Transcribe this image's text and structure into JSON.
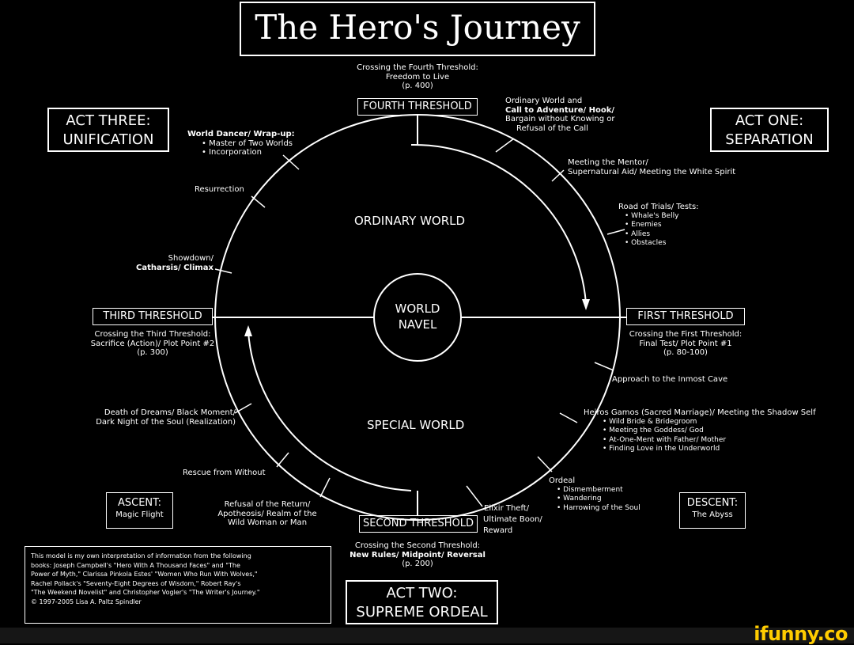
{
  "title": "The Hero's Journey",
  "center": {
    "line1": "WORLD",
    "line2": "NAVEL"
  },
  "ordinary_world": "ORDINARY WORLD",
  "special_world": "SPECIAL WORLD",
  "fourth_threshold": {
    "label": "FOURTH THRESHOLD",
    "desc": [
      "Crossing the Fourth Threshold:",
      "Freedom to Live",
      "(p. 400)"
    ]
  },
  "first_threshold": {
    "label": "FIRST THRESHOLD",
    "desc": [
      "Crossing the First Threshold:",
      "Final Test/ Plot Point #1",
      "(p. 80-100)"
    ]
  },
  "second_threshold": {
    "label": "SECOND THRESHOLD",
    "desc": [
      "Crossing the Second Threshold:",
      "New Rules/ Midpoint/ Reversal",
      "(p. 200)"
    ]
  },
  "third_threshold": {
    "label": "THIRD THRESHOLD",
    "desc": [
      "Crossing the Third Threshold:",
      "Sacrifice (Action)/ Plot Point #2",
      "(p. 300)"
    ]
  },
  "acts": {
    "one": {
      "line1": "ACT ONE:",
      "line2": "SEPARATION"
    },
    "two": {
      "line1": "ACT TWO:",
      "line2": "SUPREME ORDEAL"
    },
    "three": {
      "line1": "ACT THREE:",
      "line2": "UNIFICATION"
    }
  },
  "ascent": {
    "title": "ASCENT:",
    "sub": "Magic Flight"
  },
  "descent": {
    "title": "DESCENT:",
    "sub": "The Abyss"
  },
  "stages": {
    "ordinary": [
      "Ordinary World and",
      "Call to Adventure/ Hook/",
      "Bargain without Knowing or",
      "Refusal of the Call"
    ],
    "mentor": [
      "Meeting the Mentor/",
      "Supernatural Aid/ Meeting the White Spirit"
    ],
    "trials": {
      "title": "Road of Trials/ Tests:",
      "items": [
        "Whale's Belly",
        "Enemies",
        "Allies",
        "Obstacles"
      ]
    },
    "approach": "Approach to the Inmost Cave",
    "hieros": {
      "title": "Heiros Gamos (Sacred Marriage)/ Meeting the Shadow Self",
      "items": [
        "Wild Bride & Bridegroom",
        "Meeting the Goddess/ God",
        "At-One-Ment with Father/ Mother",
        "Finding Love in the Underworld"
      ]
    },
    "ordeal": {
      "title": "Ordeal",
      "items": [
        "Dismemberment",
        "Wandering",
        "Harrowing of the Soul"
      ]
    },
    "elixir": [
      "Elixir Theft/",
      "Ultimate Boon/",
      "Reward"
    ],
    "refusal": [
      "Refusal of the Return/",
      "Apotheosis/ Realm of the",
      "Wild Woman or Man"
    ],
    "rescue": "Rescue from Without",
    "death": [
      "Death of Dreams/ Black Moment/",
      "Dark Night of the Soul (Realization)"
    ],
    "showdown": [
      "Showdown/",
      "Catharsis/ Climax"
    ],
    "resurrection": "Resurrection",
    "world_dancer": {
      "title": "World Dancer/ Wrap-up:",
      "items": [
        "Master of Two Worlds",
        "Incorporation"
      ]
    }
  },
  "credit": [
    "This model is my own interpretation of information from the following",
    "books: Joseph Campbell's \"Hero With A Thousand Faces\" and \"The",
    "Power of Myth,\" Clarissa Pinkola Estes' \"Women Who Run With Wolves,\"",
    "Rachel Pollack's \"Seventy-Eight Degrees of Wisdom,\" Robert Ray's",
    "\"The Weekend Novelist\" and Christopher Vogler's \"The Writer's Journey.\"",
    "© 1997-2005 Lisa A. Paltz Spindler"
  ],
  "watermark": "ifunny.co"
}
